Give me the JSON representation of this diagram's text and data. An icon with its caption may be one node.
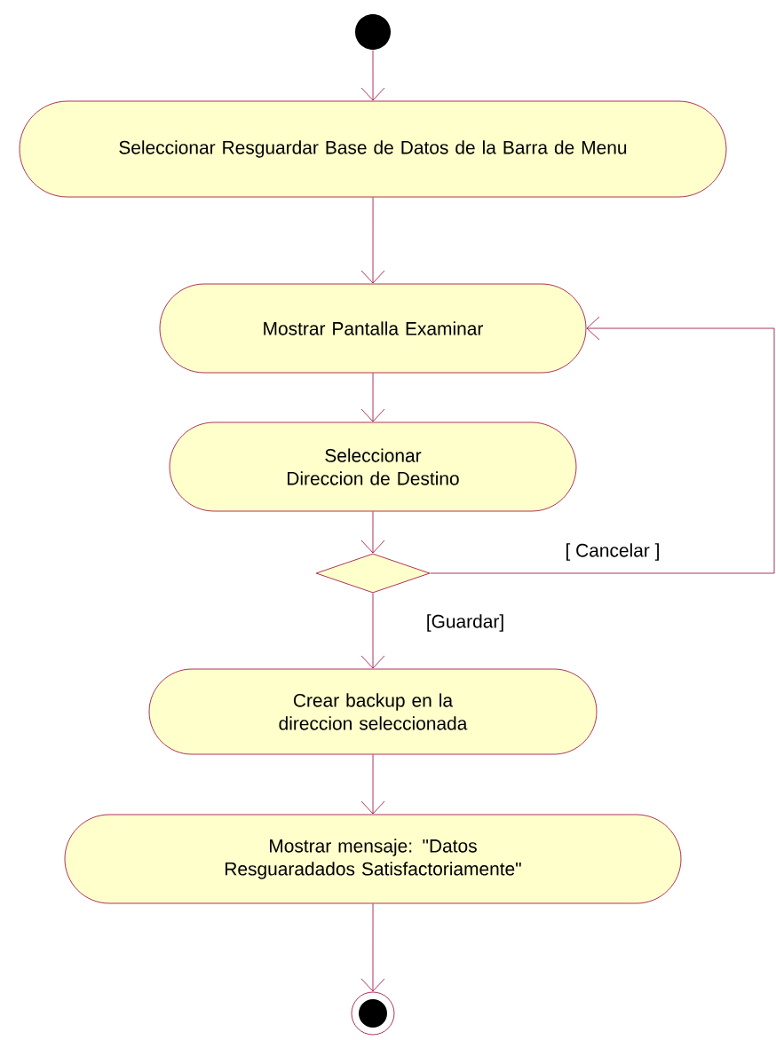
{
  "diagram": {
    "nodes": [
      {
        "text": [],
        "shape": "circle"
      },
      {
        "text": [
          "Seleccionar Resguardar Base de Datos de la Barra de Menu"
        ]
      },
      {
        "text": [
          "Mostrar Pantalla Examinar"
        ]
      },
      {
        "text": [
          "Seleccionar Direccion de Destino"
        ]
      },
      {
        "text": [],
        "shape": "diamond"
      },
      {
        "text": [
          "Crear backup en la direccion seleccionada"
        ]
      },
      {
        "text": [
          "Mostrar mensaje: \"Datos Resguaradados Satisfactoriamente\""
        ]
      },
      {
        "text": [],
        "shape": "circle"
      }
    ],
    "edges": [
      {
        "from": 0,
        "to": 1,
        "arrow": "to"
      },
      {
        "from": 1,
        "to": 2,
        "arrow": "to"
      },
      {
        "from": 2,
        "to": 3,
        "arrow": "to"
      },
      {
        "from": 3,
        "to": 4,
        "arrow": "to"
      },
      {
        "from": 4,
        "to": 2,
        "arrow": "to",
        "label": "[ Cancelar ]"
      },
      {
        "from": 4,
        "to": 5,
        "arrow": "to",
        "label": "[Guardar]"
      },
      {
        "from": 5,
        "to": 6,
        "arrow": "to"
      },
      {
        "from": 6,
        "to": 7,
        "arrow": "to"
      }
    ]
  }
}
